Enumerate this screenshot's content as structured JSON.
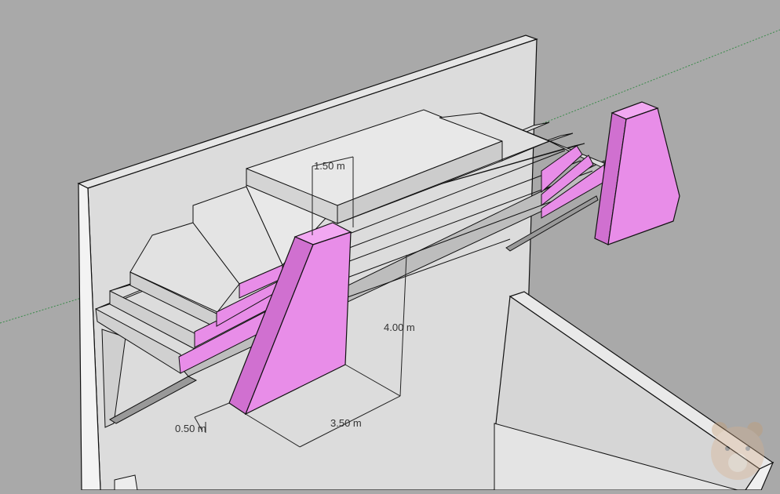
{
  "dimensions": {
    "d1": "1.50 m",
    "d2": "4.00 m",
    "d3": "3.50 m",
    "d4": "0.50 m"
  },
  "colors": {
    "background": "#a9a9a9",
    "surface_light": "#dcdcdc",
    "surface_mid": "#cfcfcf",
    "surface_dark": "#c4c4c4",
    "accent_magenta": "#e88de8",
    "edge": "#111111",
    "axis_green": "#3a8a4a"
  },
  "watermark_icon": "bear-face-icon"
}
